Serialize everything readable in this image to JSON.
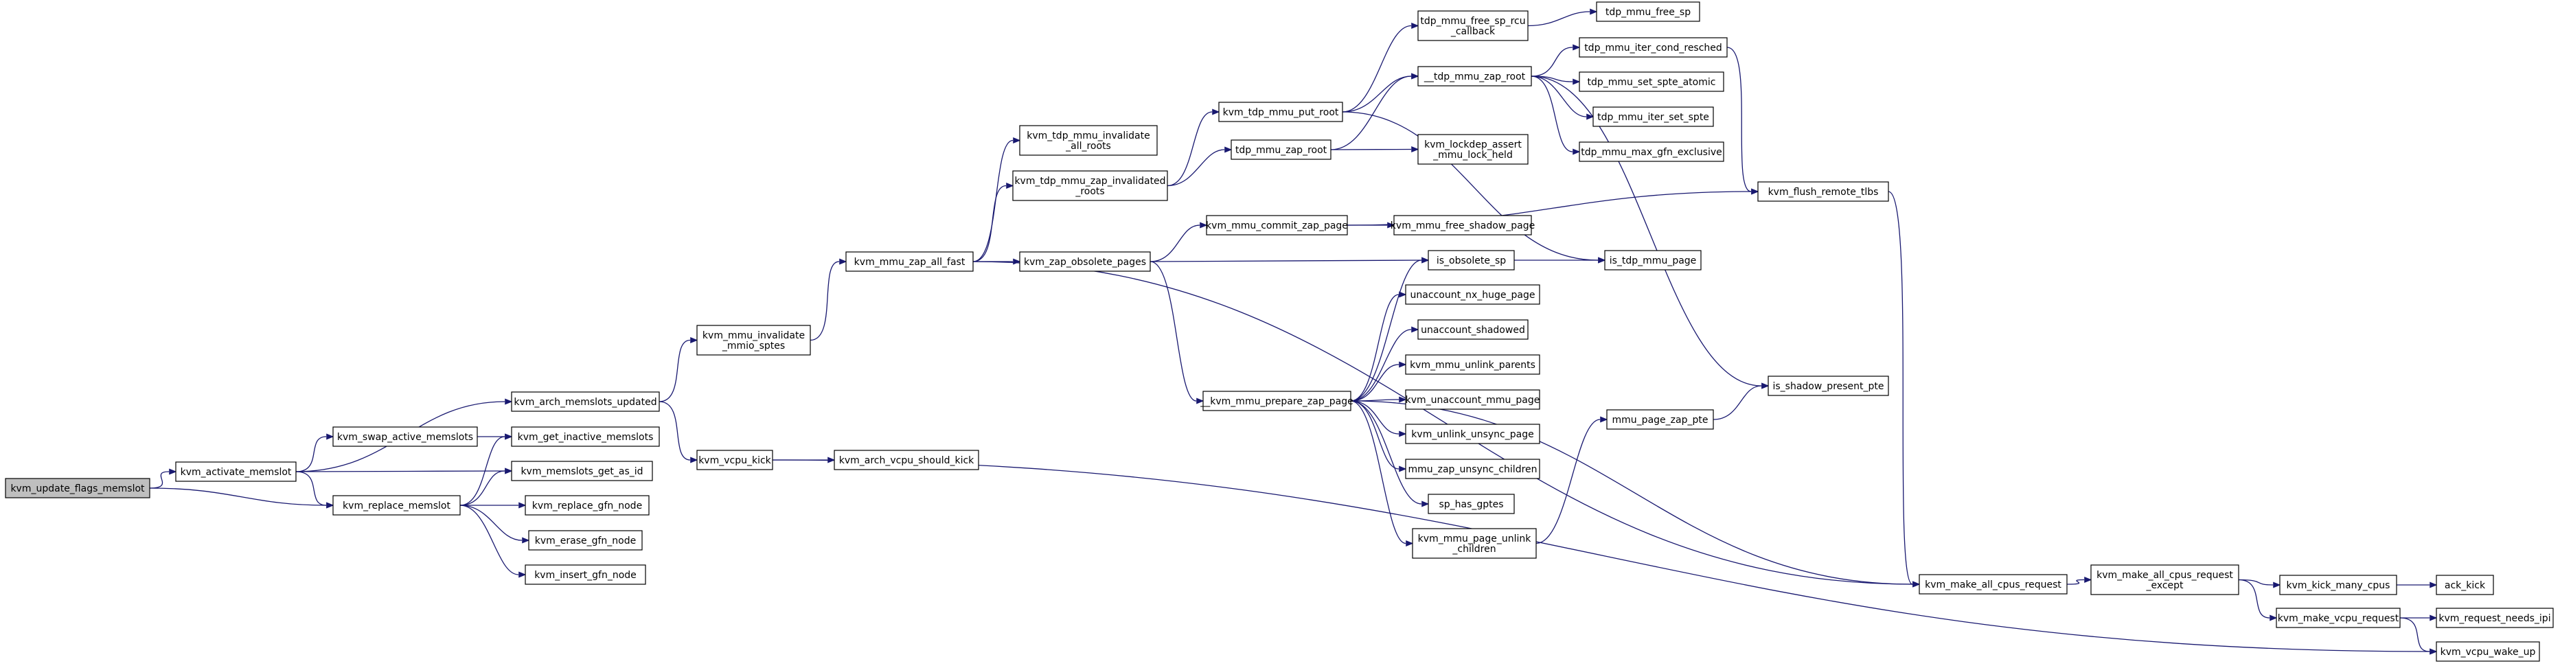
{
  "graph": {
    "colors": {
      "edge": "#191970",
      "node_fill": "#ffffff",
      "root_fill": "#bfbfbf",
      "border_normal": "#000000",
      "border_truncated": "#ff0000"
    },
    "nodes": [
      {
        "id": "n0",
        "lines": [
          "kvm_update_flags_memslot"
        ],
        "style": "root"
      },
      {
        "id": "n1",
        "lines": [
          "kvm_activate_memslot"
        ],
        "style": "normal"
      },
      {
        "id": "n2",
        "lines": [
          "kvm_replace_memslot"
        ],
        "style": "normal"
      },
      {
        "id": "n3",
        "lines": [
          "kvm_swap_active_memslots"
        ],
        "style": "normal"
      },
      {
        "id": "n4",
        "lines": [
          "kvm_arch_memslots_updated"
        ],
        "style": "normal"
      },
      {
        "id": "n5",
        "lines": [
          "kvm_get_inactive_memslots"
        ],
        "style": "normal"
      },
      {
        "id": "n6",
        "lines": [
          "kvm_memslots_get_as_id"
        ],
        "style": "normal"
      },
      {
        "id": "n7",
        "lines": [
          "kvm_replace_gfn_node"
        ],
        "style": "normal"
      },
      {
        "id": "n8",
        "lines": [
          "kvm_erase_gfn_node"
        ],
        "style": "normal"
      },
      {
        "id": "n9",
        "lines": [
          "kvm_insert_gfn_node"
        ],
        "style": "normal"
      },
      {
        "id": "n10",
        "lines": [
          "kvm_mmu_invalidate",
          "_mmio_sptes"
        ],
        "style": "normal"
      },
      {
        "id": "n11",
        "lines": [
          "kvm_vcpu_kick"
        ],
        "style": "normal"
      },
      {
        "id": "n12",
        "lines": [
          "kvm_arch_vcpu_should_kick"
        ],
        "style": "normal"
      },
      {
        "id": "n13",
        "lines": [
          "kvm_mmu_zap_all_fast"
        ],
        "style": "normal"
      },
      {
        "id": "n14",
        "lines": [
          "kvm_tdp_mmu_invalidate",
          "_all_roots"
        ],
        "style": "normal"
      },
      {
        "id": "n15",
        "lines": [
          "kvm_tdp_mmu_zap_invalidated",
          "_roots"
        ],
        "style": "normal"
      },
      {
        "id": "n16",
        "lines": [
          "kvm_zap_obsolete_pages"
        ],
        "style": "normal"
      },
      {
        "id": "n17",
        "lines": [
          "kvm_tdp_mmu_put_root"
        ],
        "style": "normal"
      },
      {
        "id": "n18",
        "lines": [
          "tdp_mmu_zap_root"
        ],
        "style": "normal"
      },
      {
        "id": "n19",
        "lines": [
          "tdp_mmu_free_sp_rcu",
          "_callback"
        ],
        "style": "normal"
      },
      {
        "id": "n20",
        "lines": [
          "tdp_mmu_free_sp"
        ],
        "style": "normal"
      },
      {
        "id": "n21",
        "lines": [
          "__tdp_mmu_zap_root"
        ],
        "style": "normal"
      },
      {
        "id": "n22",
        "lines": [
          "kvm_lockdep_assert",
          "_mmu_lock_held"
        ],
        "style": "normal"
      },
      {
        "id": "n23",
        "lines": [
          "tdp_mmu_iter_cond_resched"
        ],
        "style": "normal"
      },
      {
        "id": "n24",
        "lines": [
          "tdp_mmu_set_spte_atomic"
        ],
        "style": "truncated"
      },
      {
        "id": "n25",
        "lines": [
          "tdp_mmu_iter_set_spte"
        ],
        "style": "truncated"
      },
      {
        "id": "n26",
        "lines": [
          "tdp_mmu_max_gfn_exclusive"
        ],
        "style": "truncated"
      },
      {
        "id": "n27",
        "lines": [
          "kvm_mmu_commit_zap_page"
        ],
        "style": "normal"
      },
      {
        "id": "n28",
        "lines": [
          "kvm_mmu_free_shadow_page"
        ],
        "style": "truncated"
      },
      {
        "id": "n29",
        "lines": [
          "kvm_flush_remote_tlbs"
        ],
        "style": "normal"
      },
      {
        "id": "n30",
        "lines": [
          "is_obsolete_sp"
        ],
        "style": "normal"
      },
      {
        "id": "n31",
        "lines": [
          "is_tdp_mmu_page"
        ],
        "style": "normal"
      },
      {
        "id": "n32",
        "lines": [
          "__kvm_mmu_prepare_zap_page"
        ],
        "style": "normal"
      },
      {
        "id": "n33",
        "lines": [
          "unaccount_nx_huge_page"
        ],
        "style": "truncated"
      },
      {
        "id": "n34",
        "lines": [
          "unaccount_shadowed"
        ],
        "style": "truncated"
      },
      {
        "id": "n35",
        "lines": [
          "kvm_mmu_unlink_parents"
        ],
        "style": "truncated"
      },
      {
        "id": "n36",
        "lines": [
          "kvm_unaccount_mmu_page"
        ],
        "style": "truncated"
      },
      {
        "id": "n37",
        "lines": [
          "kvm_unlink_unsync_page"
        ],
        "style": "normal"
      },
      {
        "id": "n38",
        "lines": [
          "mmu_zap_unsync_children"
        ],
        "style": "truncated"
      },
      {
        "id": "n39",
        "lines": [
          "sp_has_gptes"
        ],
        "style": "normal"
      },
      {
        "id": "n40",
        "lines": [
          "kvm_mmu_page_unlink",
          "_children"
        ],
        "style": "normal"
      },
      {
        "id": "n41",
        "lines": [
          "mmu_page_zap_pte"
        ],
        "style": "truncated"
      },
      {
        "id": "n42",
        "lines": [
          "is_shadow_present_pte"
        ],
        "style": "normal"
      },
      {
        "id": "n43",
        "lines": [
          "kvm_make_all_cpus_request"
        ],
        "style": "normal"
      },
      {
        "id": "n44",
        "lines": [
          "kvm_make_all_cpus_request",
          "_except"
        ],
        "style": "normal"
      },
      {
        "id": "n45",
        "lines": [
          "kvm_kick_many_cpus"
        ],
        "style": "normal"
      },
      {
        "id": "n46",
        "lines": [
          "ack_kick"
        ],
        "style": "normal"
      },
      {
        "id": "n47",
        "lines": [
          "kvm_make_vcpu_request"
        ],
        "style": "normal"
      },
      {
        "id": "n48",
        "lines": [
          "kvm_request_needs_ipi"
        ],
        "style": "normal"
      },
      {
        "id": "n49",
        "lines": [
          "kvm_vcpu_wake_up"
        ],
        "style": "normal"
      }
    ],
    "edges": [
      [
        "n0",
        "n1"
      ],
      [
        "n0",
        "n2"
      ],
      [
        "n1",
        "n3"
      ],
      [
        "n1",
        "n4"
      ],
      [
        "n1",
        "n6"
      ],
      [
        "n1",
        "n2"
      ],
      [
        "n3",
        "n5"
      ],
      [
        "n2",
        "n5"
      ],
      [
        "n2",
        "n6"
      ],
      [
        "n2",
        "n7"
      ],
      [
        "n2",
        "n8"
      ],
      [
        "n2",
        "n9"
      ],
      [
        "n4",
        "n10"
      ],
      [
        "n4",
        "n11"
      ],
      [
        "n10",
        "n13"
      ],
      [
        "n11",
        "n12"
      ],
      [
        "n11",
        "n49"
      ],
      [
        "n13",
        "n14"
      ],
      [
        "n13",
        "n15"
      ],
      [
        "n13",
        "n16"
      ],
      [
        "n13",
        "n43"
      ],
      [
        "n15",
        "n17"
      ],
      [
        "n15",
        "n18"
      ],
      [
        "n17",
        "n19"
      ],
      [
        "n17",
        "n21"
      ],
      [
        "n17",
        "n31"
      ],
      [
        "n19",
        "n20"
      ],
      [
        "n18",
        "n21"
      ],
      [
        "n18",
        "n22"
      ],
      [
        "n21",
        "n23"
      ],
      [
        "n21",
        "n24"
      ],
      [
        "n21",
        "n25"
      ],
      [
        "n21",
        "n26"
      ],
      [
        "n21",
        "n42"
      ],
      [
        "n23",
        "n29"
      ],
      [
        "n16",
        "n27"
      ],
      [
        "n16",
        "n30"
      ],
      [
        "n16",
        "n32"
      ],
      [
        "n27",
        "n28"
      ],
      [
        "n27",
        "n29"
      ],
      [
        "n29",
        "n43"
      ],
      [
        "n30",
        "n31"
      ],
      [
        "n32",
        "n30"
      ],
      [
        "n32",
        "n33"
      ],
      [
        "n32",
        "n34"
      ],
      [
        "n32",
        "n35"
      ],
      [
        "n32",
        "n36"
      ],
      [
        "n32",
        "n37"
      ],
      [
        "n32",
        "n38"
      ],
      [
        "n32",
        "n39"
      ],
      [
        "n32",
        "n40"
      ],
      [
        "n32",
        "n43"
      ],
      [
        "n40",
        "n41"
      ],
      [
        "n41",
        "n42"
      ],
      [
        "n43",
        "n44"
      ],
      [
        "n44",
        "n45"
      ],
      [
        "n44",
        "n47"
      ],
      [
        "n45",
        "n46"
      ],
      [
        "n47",
        "n48"
      ],
      [
        "n47",
        "n49"
      ]
    ]
  }
}
